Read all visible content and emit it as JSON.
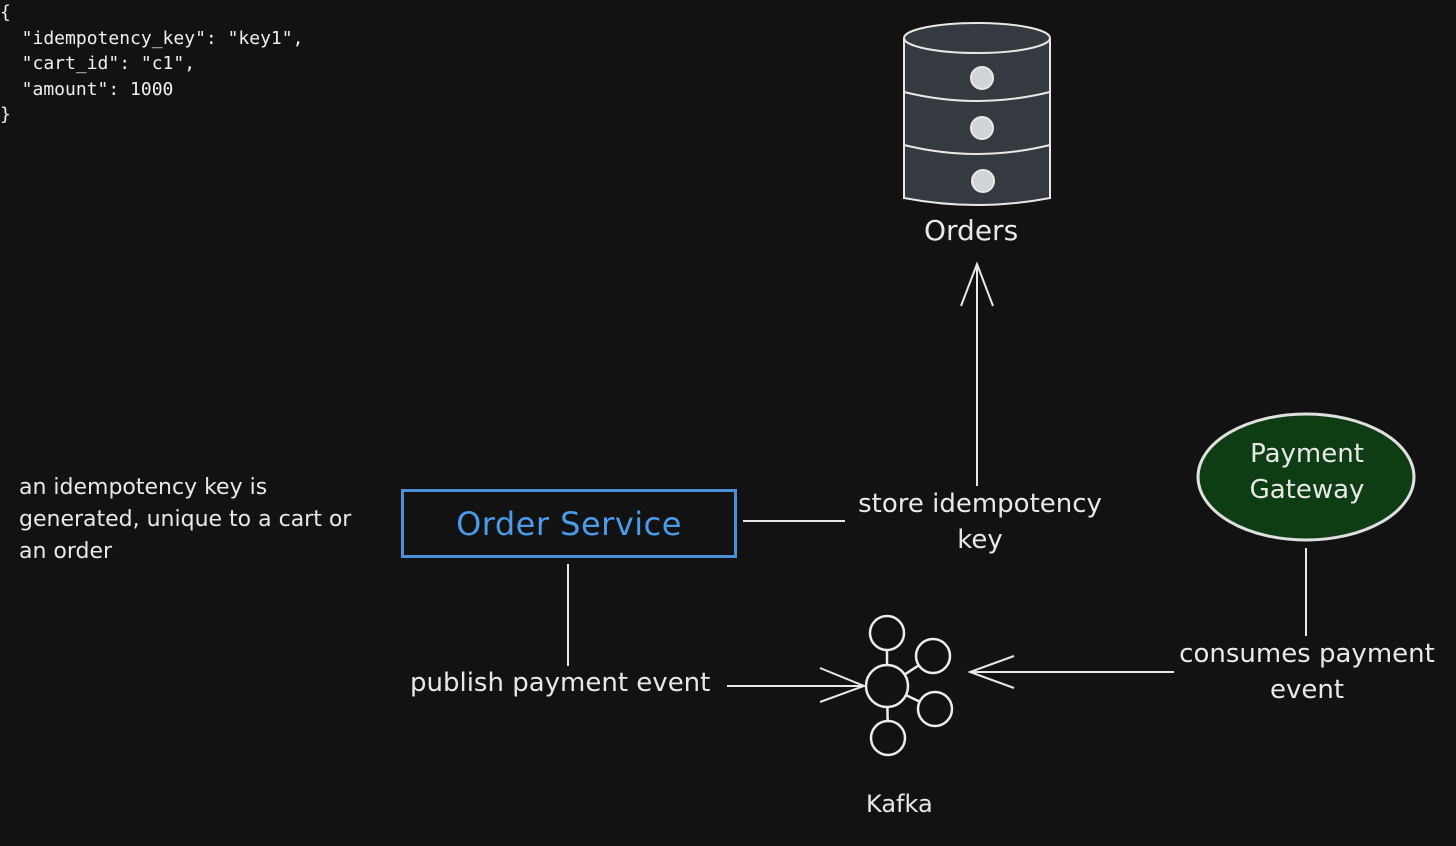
{
  "nodes": {
    "orders": {
      "label": "Orders"
    },
    "order_service": {
      "label": "Order Service"
    },
    "payment_gateway": {
      "label": "Payment Gateway"
    },
    "kafka": {
      "label": "Kafka"
    }
  },
  "edges": {
    "store": {
      "label": "store idempotency key"
    },
    "publish": {
      "label": "publish payment event"
    },
    "consumes": {
      "label": "consumes payment event"
    }
  },
  "note": {
    "text": "an idempotency key is generated, unique to a cart or an order"
  },
  "payload": {
    "line1": "{",
    "line2": "  \"idempotency_key\": \"key1\",",
    "line3": "  \"cart_id\": \"c1\",",
    "line4": "  \"amount\": 1000",
    "line5": "}"
  },
  "colors": {
    "background": "#121212",
    "order_service_border": "#4a90d9",
    "payment_gateway_fill": "#0e3d14",
    "database_fill": "#343a40",
    "stroke": "#e8e8e8"
  }
}
